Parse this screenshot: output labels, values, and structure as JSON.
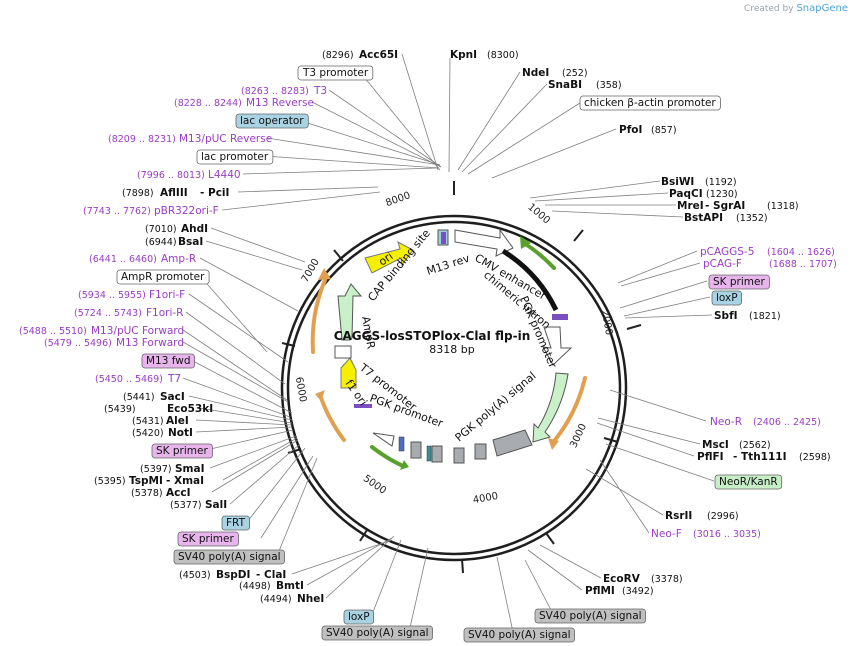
{
  "watermark": {
    "prefix": "Created by",
    "brand": "SnapGene"
  },
  "plasmid": {
    "name": "CAGGS-losSTOPlox-ClaI flp-in",
    "size": "8318 bp"
  },
  "ticks": [
    "1000",
    "2000",
    "3000",
    "4000",
    "5000",
    "6000",
    "7000",
    "8000"
  ],
  "feature_labels": [
    "CMV enhancer",
    "chimeric intron",
    "PGK promoter",
    "PGK poly(A) signal",
    "PGK promoter",
    "T7 promoter",
    "f1 ori",
    "AmpR",
    "CAP binding site",
    "M13 rev",
    "ori"
  ],
  "labels": [
    {
      "t": "(8296)",
      "c": "#111111",
      "w": "normal"
    },
    {
      "t": "Acc65I",
      "c": "#111111",
      "w": "bold"
    },
    {
      "t": "KpnI",
      "c": "#111111",
      "w": "bold"
    },
    {
      "t": "(8300)",
      "c": "#111111",
      "w": "normal"
    },
    {
      "t": "T3 promoter",
      "c": "#111111",
      "w": "normal",
      "box": "#ffffff"
    },
    {
      "t": "NdeI",
      "c": "#111111",
      "w": "bold"
    },
    {
      "t": "(252)",
      "c": "#111111",
      "w": "normal"
    },
    {
      "t": "SnaBI",
      "c": "#111111",
      "w": "bold"
    },
    {
      "t": "(358)",
      "c": "#111111",
      "w": "normal"
    },
    {
      "t": "(8263 .. 8283)",
      "c": "#9a3dc4",
      "w": "normal"
    },
    {
      "t": "T3",
      "c": "#9a3dc4",
      "w": "normal"
    },
    {
      "t": "chicken β-actin promoter",
      "c": "#111111",
      "w": "normal",
      "box": "#ffffff"
    },
    {
      "t": "(8228 .. 8244)",
      "c": "#9a3dc4",
      "w": "normal"
    },
    {
      "t": "M13 Reverse",
      "c": "#9a3dc4",
      "w": "normal"
    },
    {
      "t": "lac operator",
      "c": "#111111",
      "w": "normal",
      "box": "#a9d3e3"
    },
    {
      "t": "PfoI",
      "c": "#111111",
      "w": "bold"
    },
    {
      "t": "(857)",
      "c": "#111111",
      "w": "normal"
    },
    {
      "t": "(8209 .. 8231)",
      "c": "#9a3dc4",
      "w": "normal"
    },
    {
      "t": "M13/pUC Reverse",
      "c": "#9a3dc4",
      "w": "normal"
    },
    {
      "t": "lac promoter",
      "c": "#111111",
      "w": "normal",
      "box": "#ffffff"
    },
    {
      "t": "(7996 .. 8013)",
      "c": "#9a3dc4",
      "w": "normal"
    },
    {
      "t": "L4440",
      "c": "#9a3dc4",
      "w": "normal"
    },
    {
      "t": "BsiWI",
      "c": "#111111",
      "w": "bold"
    },
    {
      "t": "(1192)",
      "c": "#111111",
      "w": "normal"
    },
    {
      "t": "(7898)",
      "c": "#111111",
      "w": "normal"
    },
    {
      "t": "AflIII",
      "c": "#111111",
      "w": "bold"
    },
    {
      "t": "- PciI",
      "c": "#111111",
      "w": "bold"
    },
    {
      "t": "PaqCI",
      "c": "#111111",
      "w": "bold"
    },
    {
      "t": "(1230)",
      "c": "#111111",
      "w": "normal"
    },
    {
      "t": "MreI",
      "c": "#111111",
      "w": "bold"
    },
    {
      "t": "- SgrAI",
      "c": "#111111",
      "w": "bold"
    },
    {
      "t": "(1318)",
      "c": "#111111",
      "w": "normal"
    },
    {
      "t": "(7743 .. 7762)",
      "c": "#9a3dc4",
      "w": "normal"
    },
    {
      "t": "pBR322ori-F",
      "c": "#9a3dc4",
      "w": "normal"
    },
    {
      "t": "BstAPI",
      "c": "#111111",
      "w": "bold"
    },
    {
      "t": "(1352)",
      "c": "#111111",
      "w": "normal"
    },
    {
      "t": "(7010)",
      "c": "#111111",
      "w": "normal"
    },
    {
      "t": "AhdI",
      "c": "#111111",
      "w": "bold"
    },
    {
      "t": "(6944)",
      "c": "#111111",
      "w": "normal"
    },
    {
      "t": "BsaI",
      "c": "#111111",
      "w": "bold"
    },
    {
      "t": "pCAGGS-5",
      "c": "#9a3dc4",
      "w": "normal"
    },
    {
      "t": "(1604 .. 1626)",
      "c": "#9a3dc4",
      "w": "normal"
    },
    {
      "t": "(6441 .. 6460)",
      "c": "#9a3dc4",
      "w": "normal"
    },
    {
      "t": "Amp-R",
      "c": "#9a3dc4",
      "w": "normal"
    },
    {
      "t": "pCAG-F",
      "c": "#9a3dc4",
      "w": "normal"
    },
    {
      "t": "(1688 .. 1707)",
      "c": "#9a3dc4",
      "w": "normal"
    },
    {
      "t": "AmpR promoter",
      "c": "#111111",
      "w": "normal",
      "box": "#ffffff"
    },
    {
      "t": "SK primer",
      "c": "#111111",
      "w": "normal",
      "box": "#e7b5ec"
    },
    {
      "t": "(5934 .. 5955)",
      "c": "#9a3dc4",
      "w": "normal"
    },
    {
      "t": "F1ori-F",
      "c": "#9a3dc4",
      "w": "normal"
    },
    {
      "t": "loxP",
      "c": "#111111",
      "w": "normal",
      "box": "#a9d3e3"
    },
    {
      "t": "(5724 .. 5743)",
      "c": "#9a3dc4",
      "w": "normal"
    },
    {
      "t": "F1ori-R",
      "c": "#9a3dc4",
      "w": "normal"
    },
    {
      "t": "SbfI",
      "c": "#111111",
      "w": "bold"
    },
    {
      "t": "(1821)",
      "c": "#111111",
      "w": "normal"
    },
    {
      "t": "(5488 .. 5510)",
      "c": "#9a3dc4",
      "w": "normal"
    },
    {
      "t": "M13/pUC Forward",
      "c": "#9a3dc4",
      "w": "normal"
    },
    {
      "t": "(5479 .. 5496)",
      "c": "#9a3dc4",
      "w": "normal"
    },
    {
      "t": "M13 Forward",
      "c": "#9a3dc4",
      "w": "normal"
    },
    {
      "t": "M13 fwd",
      "c": "#111111",
      "w": "normal",
      "box": "#e7b5ec"
    },
    {
      "t": "(5450 .. 5469)",
      "c": "#9a3dc4",
      "w": "normal"
    },
    {
      "t": "T7",
      "c": "#9a3dc4",
      "w": "normal"
    },
    {
      "t": "(5441)",
      "c": "#111111",
      "w": "normal"
    },
    {
      "t": "SacI",
      "c": "#111111",
      "w": "bold"
    },
    {
      "t": "(5439)",
      "c": "#111111",
      "w": "normal"
    },
    {
      "t": "Eco53kI",
      "c": "#111111",
      "w": "bold"
    },
    {
      "t": "Neo-R",
      "c": "#9a3dc4",
      "w": "normal"
    },
    {
      "t": "(2406 .. 2425)",
      "c": "#9a3dc4",
      "w": "normal"
    },
    {
      "t": "(5431)",
      "c": "#111111",
      "w": "normal"
    },
    {
      "t": "AleI",
      "c": "#111111",
      "w": "bold"
    },
    {
      "t": "(5420)",
      "c": "#111111",
      "w": "normal"
    },
    {
      "t": "NotI",
      "c": "#111111",
      "w": "bold"
    },
    {
      "t": "MscI",
      "c": "#111111",
      "w": "bold"
    },
    {
      "t": "(2562)",
      "c": "#111111",
      "w": "normal"
    },
    {
      "t": "SK primer",
      "c": "#111111",
      "w": "normal",
      "box": "#e7b5ec"
    },
    {
      "t": "PflFI",
      "c": "#111111",
      "w": "bold"
    },
    {
      "t": "- Tth111I",
      "c": "#111111",
      "w": "bold"
    },
    {
      "t": "(2598)",
      "c": "#111111",
      "w": "normal"
    },
    {
      "t": "(5397)",
      "c": "#111111",
      "w": "normal"
    },
    {
      "t": "SmaI",
      "c": "#111111",
      "w": "bold"
    },
    {
      "t": "(5395)",
      "c": "#111111",
      "w": "normal"
    },
    {
      "t": "TspMI",
      "c": "#111111",
      "w": "bold"
    },
    {
      "t": "- XmaI",
      "c": "#111111",
      "w": "bold"
    },
    {
      "t": "NeoR/KanR",
      "c": "#111111",
      "w": "normal",
      "box": "#c8eec8"
    },
    {
      "t": "(5378)",
      "c": "#111111",
      "w": "normal"
    },
    {
      "t": "AccI",
      "c": "#111111",
      "w": "bold"
    },
    {
      "t": "(5377)",
      "c": "#111111",
      "w": "normal"
    },
    {
      "t": "SalI",
      "c": "#111111",
      "w": "bold"
    },
    {
      "t": "RsrII",
      "c": "#111111",
      "w": "bold"
    },
    {
      "t": "(2996)",
      "c": "#111111",
      "w": "normal"
    },
    {
      "t": "FRT",
      "c": "#111111",
      "w": "normal",
      "box": "#a9d3e3"
    },
    {
      "t": "Neo-F",
      "c": "#9a3dc4",
      "w": "normal"
    },
    {
      "t": "(3016 .. 3035)",
      "c": "#9a3dc4",
      "w": "normal"
    },
    {
      "t": "SK primer",
      "c": "#111111",
      "w": "normal",
      "box": "#e7b5ec"
    },
    {
      "t": "SV40 poly(A) signal",
      "c": "#111111",
      "w": "normal",
      "box": "#bfbfbf"
    },
    {
      "t": "(4503)",
      "c": "#111111",
      "w": "normal"
    },
    {
      "t": "BspDI",
      "c": "#111111",
      "w": "bold"
    },
    {
      "t": "- ClaI",
      "c": "#111111",
      "w": "bold"
    },
    {
      "t": "EcoRV",
      "c": "#111111",
      "w": "bold"
    },
    {
      "t": "(3378)",
      "c": "#111111",
      "w": "normal"
    },
    {
      "t": "(4498)",
      "c": "#111111",
      "w": "normal"
    },
    {
      "t": "BmtI",
      "c": "#111111",
      "w": "bold"
    },
    {
      "t": "PflMI",
      "c": "#111111",
      "w": "bold"
    },
    {
      "t": "(3492)",
      "c": "#111111",
      "w": "normal"
    },
    {
      "t": "(4494)",
      "c": "#111111",
      "w": "normal"
    },
    {
      "t": "NheI",
      "c": "#111111",
      "w": "bold"
    },
    {
      "t": "SV40 poly(A) signal",
      "c": "#111111",
      "w": "normal",
      "box": "#bfbfbf"
    },
    {
      "t": "loxP",
      "c": "#111111",
      "w": "normal",
      "box": "#a9d3e3"
    },
    {
      "t": "SV40 poly(A) signal",
      "c": "#111111",
      "w": "normal",
      "box": "#bfbfbf"
    },
    {
      "t": "SV40 poly(A) signal",
      "c": "#111111",
      "w": "normal",
      "box": "#bfbfbf"
    }
  ]
}
